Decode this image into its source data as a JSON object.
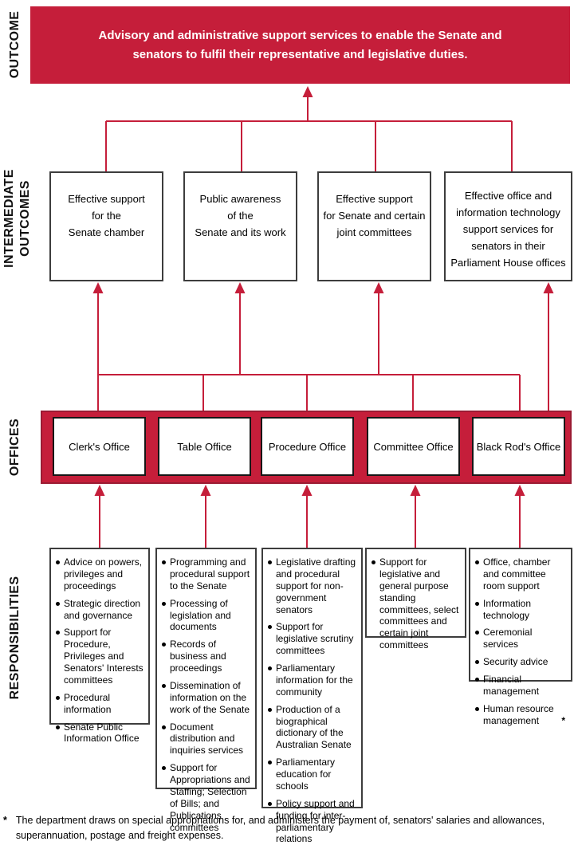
{
  "colors": {
    "accent_red": "#C51E3A",
    "band_border": "#9B1B33",
    "box_border": "#3D3D3D",
    "office_box_border": "#161616",
    "banner_text": "#FFFFFF"
  },
  "side_labels": {
    "outcome": "OUTCOME",
    "intermediate_line1": "INTERMEDIATE",
    "intermediate_line2": "OUTCOMES",
    "offices": "OFFICES",
    "responsibilities": "RESPONSIBILITIES"
  },
  "outcome_banner": {
    "line1": "Advisory and administrative support services to enable the Senate and",
    "line2": "senators to fulfil their representative and legislative duties."
  },
  "intermediate_outcomes": {
    "boxes": [
      {
        "lines": [
          "Effective support",
          "for the",
          "Senate chamber"
        ]
      },
      {
        "lines": [
          "Public awareness",
          "of the",
          "Senate and its work"
        ]
      },
      {
        "lines": [
          "Effective support",
          "for Senate and certain",
          "joint committees"
        ]
      },
      {
        "lines": [
          "Effective office and",
          "information technology",
          "support services for",
          "senators in their",
          "Parliament House offices"
        ]
      }
    ]
  },
  "offices": [
    "Clerk's Office",
    "Table Office",
    "Procedure Office",
    "Committee Office",
    "Black Rod's Office"
  ],
  "responsibilities": {
    "lists": [
      {
        "items": [
          "Advice on powers, privileges and proceedings",
          "Strategic direction and governance",
          "Support for Procedure, Privileges and Senators' Interests committees",
          "Procedural information",
          "Senate Public Information Office"
        ]
      },
      {
        "items": [
          "Programming and procedural support to the Senate",
          "Processing of legislation and documents",
          "Records of business and proceedings",
          "Dissemination of information on the work of the Senate",
          "Document distribution and inquiries services",
          "Support for Appropriations and Staffing; Selection of Bills; and Publications committees"
        ]
      },
      {
        "items": [
          "Legislative drafting and procedural support for non-government senators",
          "Support for legislative scrutiny committees",
          "Parliamentary information for the community",
          "Production of a biographical dictionary of the Australian Senate",
          "Parliamentary education for schools",
          "Policy support and funding for inter-parliamentary relations"
        ]
      },
      {
        "items": [
          "Support for legislative and general purpose standing committees, select committees and certain joint committees"
        ]
      },
      {
        "items": [
          "Office, chamber and committee room support",
          "Information technology",
          "Ceremonial services",
          "Security advice",
          "Financial management",
          "Human resource management"
        ],
        "note_marker": "*"
      }
    ]
  },
  "footnote": {
    "marker": "*",
    "text": "The department draws on special appropriations for, and administers the payment of, senators' salaries and allowances, superannuation, postage and freight expenses."
  }
}
